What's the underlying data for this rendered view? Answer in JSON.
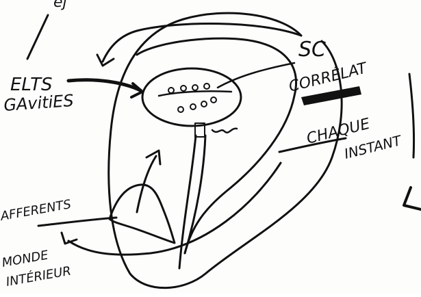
{
  "labels": {
    "top_fragment": "ej",
    "elts": "ELTS",
    "gavities": "GAvitiES",
    "sc": "SC",
    "correlation": "CORRÉLAT",
    "chaque": "CHAQUE",
    "instant": "INSTANT",
    "afferents": "AFFERENTS",
    "monde": "MONDE",
    "interieur": "INTÉRIEUR"
  },
  "colors": {
    "ink": "#111111",
    "paper": "#fdfdfc"
  }
}
